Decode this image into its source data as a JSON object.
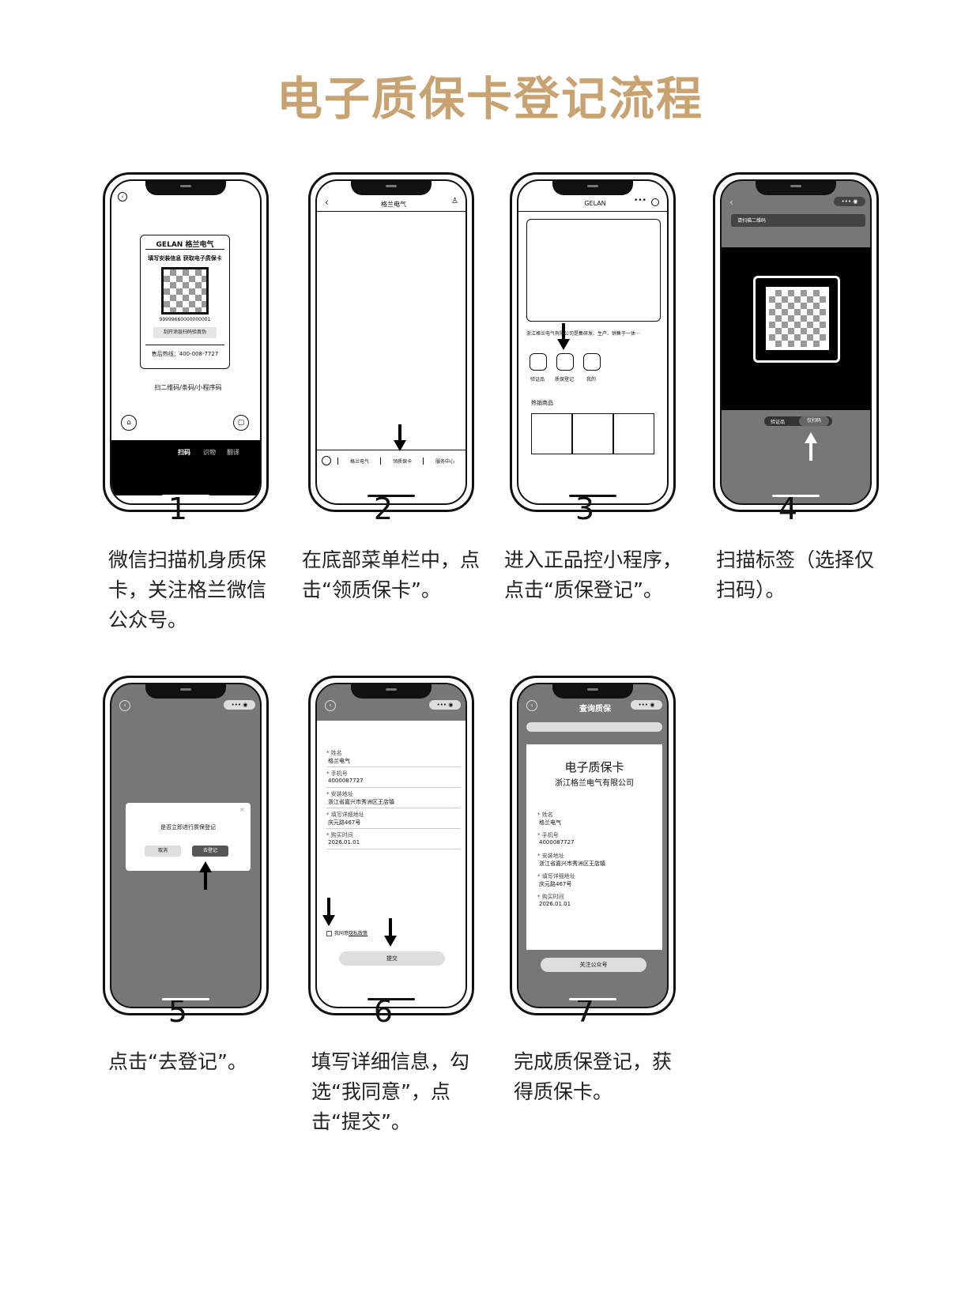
{
  "title": "电子质保卡登记流程",
  "steps": [
    {
      "num": "1",
      "desc_lines": [
        "微信扫描机身质保",
        "卡，关注格兰微信",
        "公众号。"
      ]
    },
    {
      "num": "2",
      "desc_lines": [
        "在底部菜单栏中，点",
        "击“领质保卡”。"
      ]
    },
    {
      "num": "3",
      "desc_lines": [
        "进入正品控小程序，",
        "点击“质保登记”。"
      ]
    },
    {
      "num": "4",
      "desc_lines": [
        "扫描标签（选择仅",
        "扫码）。"
      ]
    },
    {
      "num": "5",
      "desc_lines": [
        "点击“去登记”。"
      ]
    },
    {
      "num": "6",
      "desc_lines": [
        "填写详细信息，勾",
        "选“我同意”，点",
        "击“提交”。"
      ]
    },
    {
      "num": "7",
      "desc_lines": [
        "完成质保登记，获",
        "得质保卡。"
      ]
    }
  ],
  "phone1": {
    "brand": "GELAN 格兰电气",
    "card_heading": "填写安装信息  获取电子质保卡",
    "serial": "99999660000000001",
    "scratch_hint": "刮开涂层扫码验真伪",
    "hotline": "售后热线：400-008-7727",
    "scan_caption": "扫二维码/条码/小程序码",
    "tabs": [
      "扫码",
      "识物",
      "翻译"
    ]
  },
  "phone2": {
    "header_title": "格兰电气",
    "menu": [
      "格兰电气",
      "领质保卡",
      "服务中心"
    ]
  },
  "phone3": {
    "header_title": "GELAN",
    "intro": "浙江格兰电气有限公司是集研发、生产、销售于一体···",
    "icons": [
      "验证品",
      "质保登记",
      "我的"
    ],
    "hot_title": "热销商品"
  },
  "phone4": {
    "prompt": "请扫描二维码",
    "modes": [
      "验证品",
      "仅扫码"
    ]
  },
  "phone5": {
    "dialog_text": "是否立即进行质保登记",
    "cancel": "取消",
    "confirm": "去登记"
  },
  "phone6": {
    "fields": [
      {
        "label": "* 姓名",
        "value": "格兰电气"
      },
      {
        "label": "* 手机号",
        "value": "4000087727"
      },
      {
        "label": "* 安装地址",
        "value": "浙江省嘉兴市秀洲区王店镇"
      },
      {
        "label": "* 填写详细地址",
        "value": "庆元路467号"
      },
      {
        "label": "* 购买时间",
        "value": "2026.01.01"
      }
    ],
    "agree_prefix": "我同意",
    "agree_link": "隐私政策",
    "submit": "提交"
  },
  "phone7": {
    "header_title": "查询质保",
    "card_title": "电子质保卡",
    "company": "浙江格兰电气有限公司",
    "fields": [
      {
        "label": "* 姓名",
        "value": "格兰电气"
      },
      {
        "label": "* 手机号",
        "value": "4000087727"
      },
      {
        "label": "* 安装地址",
        "value": "浙江省嘉兴市秀洲区王店镇"
      },
      {
        "label": "* 填写详细地址",
        "value": "庆元路467号"
      },
      {
        "label": "* 购买时间",
        "value": "2026.01.01"
      }
    ],
    "follow_button": "关注公众号"
  },
  "colors": {
    "title": "#c8a270",
    "phone_gray": "#777777"
  }
}
